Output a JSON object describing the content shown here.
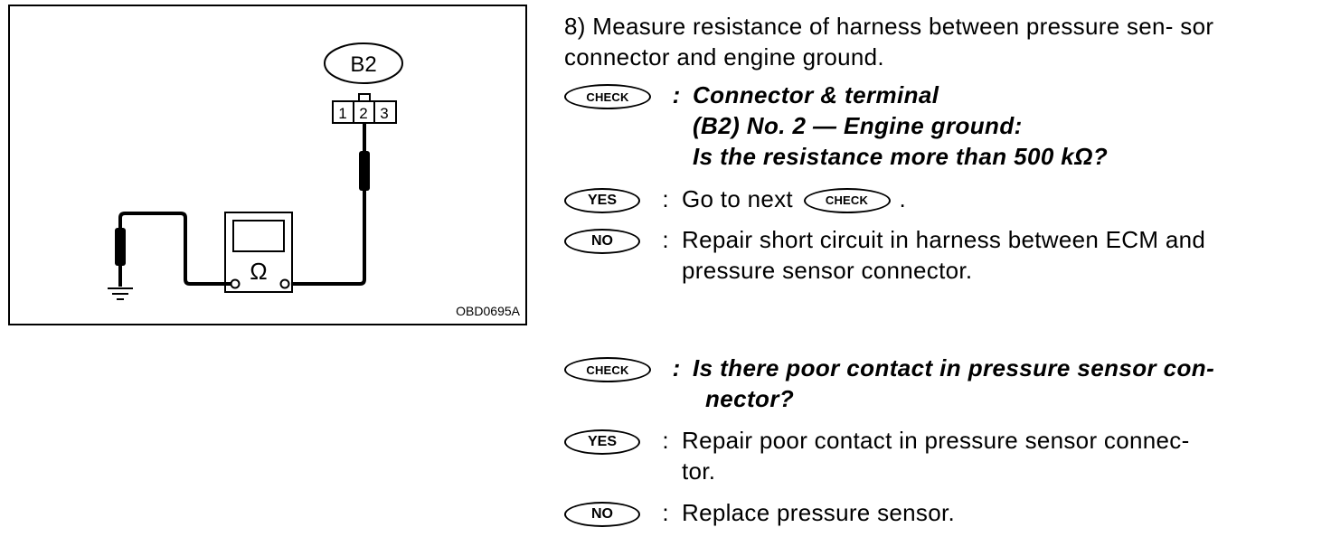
{
  "diagram": {
    "connector_id": "B2",
    "pins": [
      "1",
      "2",
      "3"
    ],
    "meter_symbol": "Ω",
    "figure_code": "OBD0695A"
  },
  "step": {
    "text": "8) Measure resistance of harness between pressure sen- sor connector and engine ground."
  },
  "badges": {
    "check": "CHECK",
    "yes": "YES",
    "no": "NO"
  },
  "colon": ":",
  "check1": {
    "line1": "Connector & terminal",
    "line2": "(B2) No. 2 — Engine ground:",
    "line3": "Is the resistance more than 500 kΩ?",
    "yes_text": "Go to next",
    "yes_suffix": ".",
    "no_line1": "Repair short circuit in harness between ECM and",
    "no_line2": "pressure sensor connector."
  },
  "check2": {
    "line1": "Is there poor contact in pressure sensor con-",
    "line2": "nector?",
    "yes_line1": "Repair poor contact in pressure sensor connec-",
    "yes_line2": "tor.",
    "no_text": "Replace pressure sensor."
  }
}
